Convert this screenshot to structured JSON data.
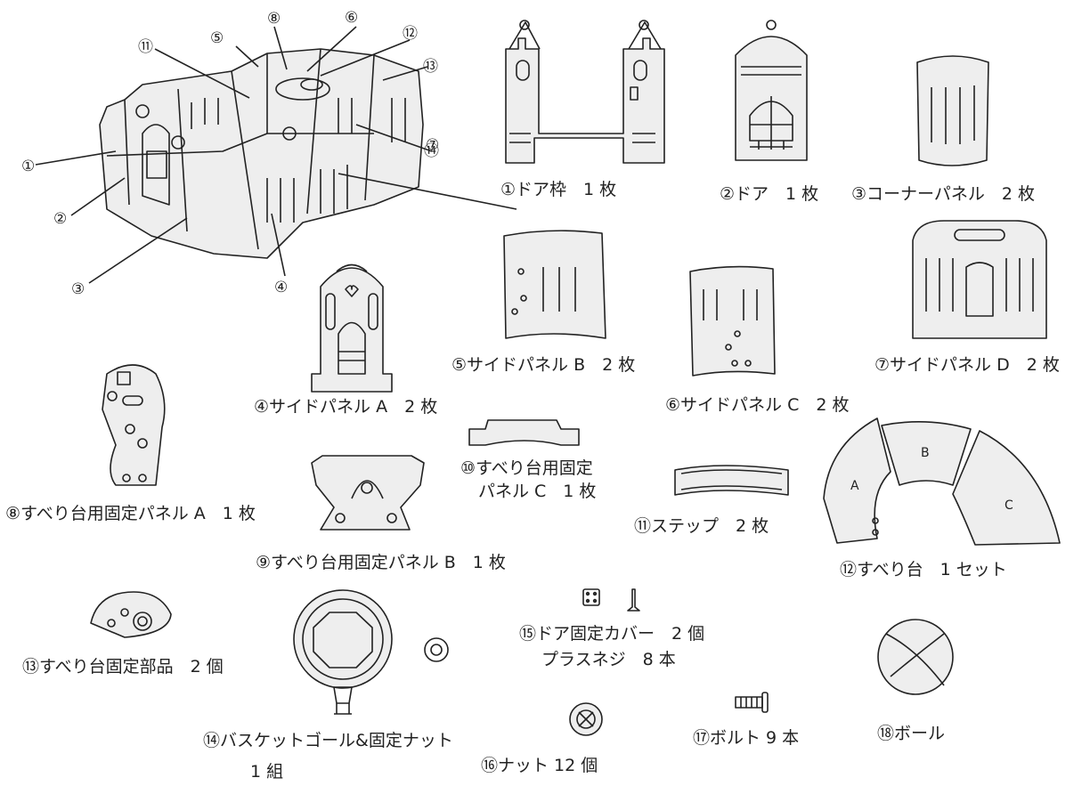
{
  "callouts": [
    "①",
    "②",
    "③",
    "④",
    "⑤",
    "⑥",
    "⑦",
    "⑧",
    "⑪",
    "⑫",
    "⑬",
    "⑭"
  ],
  "parts": [
    {
      "label": "①ドア枠　1 枚"
    },
    {
      "label": "②ドア　1 枚"
    },
    {
      "label": "③コーナーパネル　2 枚"
    },
    {
      "label": "④サイドパネル A　2 枚"
    },
    {
      "label": "⑤サイドパネル B　2 枚"
    },
    {
      "label": "⑥サイドパネル C　2 枚"
    },
    {
      "label": "⑦サイドパネル D　2 枚"
    },
    {
      "label": "⑧すべり台用固定パネル A　1 枚"
    },
    {
      "label": "⑨すべり台用固定パネル B　1 枚"
    },
    {
      "label": "⑩すべり台用固定",
      "label2": "パネル C　1 枚"
    },
    {
      "label": "⑪ステップ　2 枚"
    },
    {
      "label": "⑫すべり台　1 セット"
    },
    {
      "label": "⑬すべり台固定部品　2 個"
    },
    {
      "label": "⑭バスケットゴール&固定ナット",
      "label2": "1 組"
    },
    {
      "label": "⑮ドア固定カバー　2 個",
      "label2": "プラスネジ　8 本"
    },
    {
      "label": "⑯ナット 12 個"
    },
    {
      "label": "⑰ボルト 9 本"
    },
    {
      "label": "⑱ボール"
    }
  ],
  "slide_sections": [
    "A",
    "B",
    "C"
  ]
}
